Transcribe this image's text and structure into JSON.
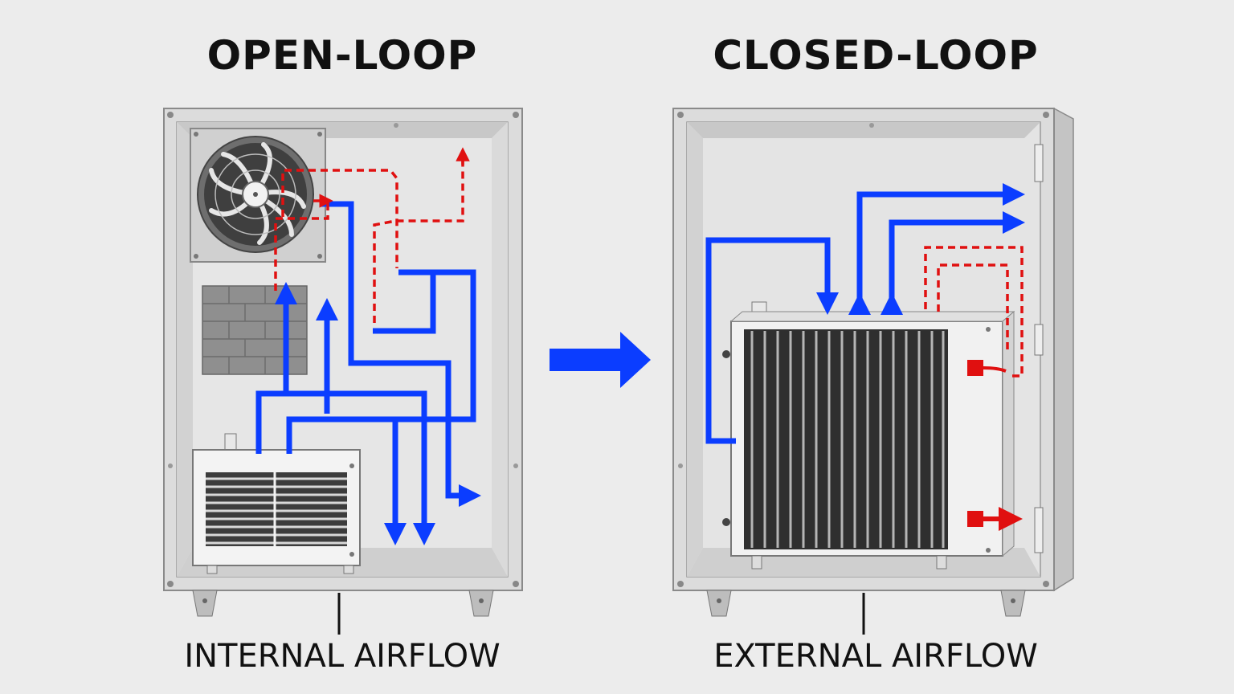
{
  "left_panel": {
    "title": "OPEN-LOOP",
    "caption": "INTERNAL AIRFLOW"
  },
  "right_panel": {
    "title": "CLOSED-LOOP",
    "caption": "EXTERNAL AIRFLOW"
  },
  "colors": {
    "cool_airflow": "#0b3dff",
    "hot_airflow": "#e01010",
    "cabinet": "#d6d6d6",
    "background": "#ececec"
  },
  "icons": [
    "fan-icon",
    "filter-grille",
    "ac-unit",
    "heat-exchanger",
    "transition-arrow"
  ]
}
